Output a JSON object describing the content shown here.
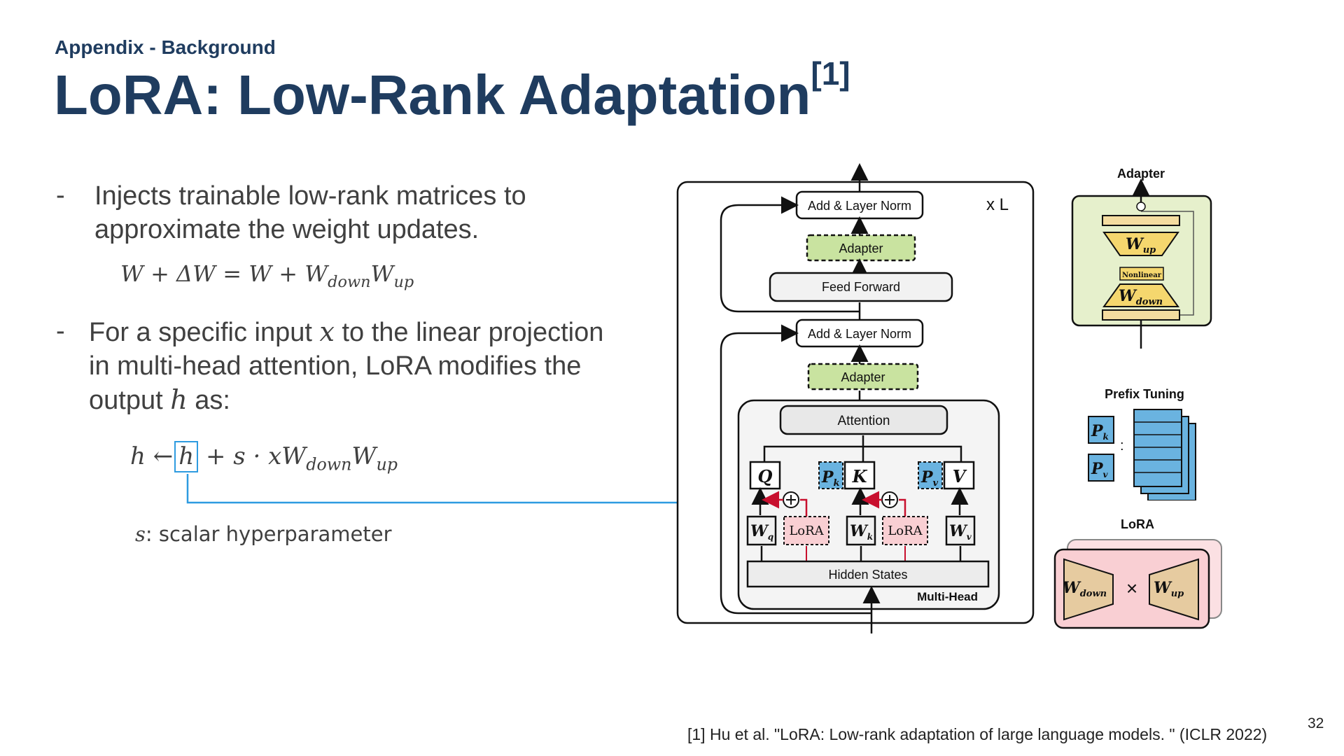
{
  "slide": {
    "section": "Appendix - Background",
    "title": "LoRA: Low-Rank Adaptation",
    "title_ref": "[1]",
    "bullet_marker": "-",
    "bullet1": {
      "line1": "Injects trainable low-rank matrices to",
      "line2": "approximate the weight updates."
    },
    "eq1": {
      "lhs": "W + ΔW = W + W",
      "sub_down": "down",
      "w": "W",
      "sub_up": "up"
    },
    "bullet2": {
      "line1_pre": "For a specific input ",
      "line1_var": "x",
      "line1_post": " to the linear projection",
      "line2": "in multi-head attention, LoRA modifies the",
      "line3_pre": "output ",
      "line3_var": "h",
      "line3_post": " as:"
    },
    "eq2": {
      "h": "h",
      "arrow": "←",
      "h_boxed": "h",
      "rest": "+ s · xW",
      "sub_down": "down",
      "w": "W",
      "sub_up": "up"
    },
    "scalar_note": {
      "var": "s",
      "text": ": scalar hyperparameter"
    },
    "footnote": "[1] Hu et al. \"LoRA: Low-rank adaptation of large language models. \" (ICLR 2022)",
    "page_number": "32"
  },
  "figure": {
    "main": {
      "repeat_label": "x L",
      "add_norm_top": "Add & Layer Norm",
      "adapter_top": "Adapter",
      "feed_forward": "Feed Forward",
      "add_norm_mid": "Add & Layer Norm",
      "adapter_mid": "Adapter",
      "attention": "Attention",
      "q": "Q",
      "pk": "P",
      "pk_sub": "k",
      "k": "K",
      "pv": "P",
      "pv_sub": "v",
      "v": "V",
      "wq": "W",
      "wq_sub": "q",
      "lora1": "LoRA",
      "wk": "W",
      "wk_sub": "k",
      "lora2": "LoRA",
      "wv": "W",
      "wv_sub": "v",
      "hidden_states": "Hidden States",
      "multi_head": "Multi-Head"
    },
    "adapter_panel": {
      "title": "Adapter",
      "w_up": "W",
      "w_up_sub": "up",
      "nonlinear": "Nonlinear",
      "w_down": "W",
      "w_down_sub": "down"
    },
    "prefix_panel": {
      "title": "Prefix Tuning",
      "pk": "P",
      "pk_sub": "k",
      "pv": "P",
      "pv_sub": "v",
      "colon": ":"
    },
    "lora_panel": {
      "title": "LoRA",
      "w_down": "W",
      "w_down_sub": "down",
      "times": "×",
      "w_up": "W",
      "w_up_sub": "up"
    }
  },
  "colors": {
    "title": "#1f3c5f",
    "body_text": "#404040",
    "pointer_arrow": "#2e9be0",
    "adapter_fill": "#c9e3a0",
    "adapter_bg": "#e6f0cc",
    "lora_fill": "#f9cfd3",
    "prefix_fill": "#6ab3e0",
    "trapezoid_fill": "#f5d76e",
    "lora_trap_fill": "#e6cba0",
    "lora_arrow": "#c8102e"
  }
}
